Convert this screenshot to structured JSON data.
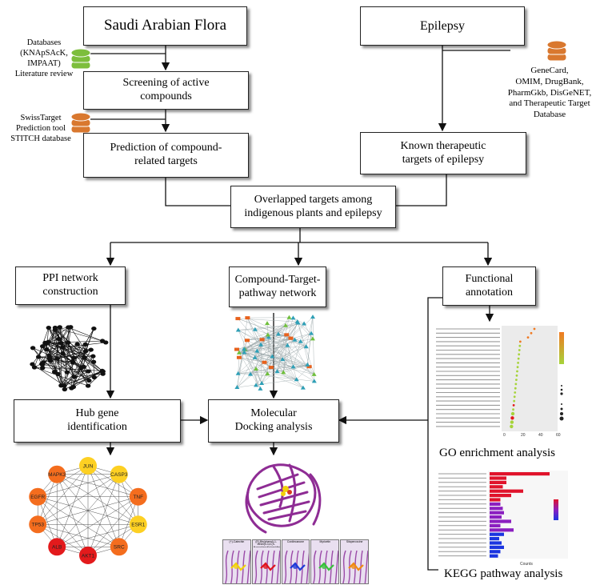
{
  "colors": {
    "db_green": "#7dbe3c",
    "db_orange": "#d9782f",
    "network_node": "#111111",
    "hub_red": "#e31a1c",
    "hub_orange": "#f46d1e",
    "hub_yellow": "#fdd023",
    "molecule_purple": "#8e2c94",
    "go_orange": "#f07a22",
    "go_green": "#a6d33a",
    "kegg_red": "#e0132b",
    "kegg_purple": "#8b1fc0",
    "kegg_blue": "#1b35e0"
  },
  "boxes": {
    "flora": "Saudi Arabian Flora",
    "epilepsy": "Epilepsy",
    "screening_l1": "Screening of active",
    "screening_l2": "compounds",
    "prediction_l1": "Prediction of compound-",
    "prediction_l2": "related targets",
    "known_l1": "Known therapeutic",
    "known_l2": "targets of epilepsy",
    "overlap_l1": "Overlapped targets among",
    "overlap_l2": "indigenous plants and epilepsy",
    "ppi_l1": "PPI network",
    "ppi_l2": "construction",
    "ctp_l1": "Compound-Target-",
    "ctp_l2": "pathway network",
    "functional_l1": "Functional",
    "functional_l2": "annotation",
    "hub_l1": "Hub gene",
    "hub_l2": "identification",
    "docking_l1": "Molecular",
    "docking_l2": "Docking analysis"
  },
  "notes": {
    "databases_1": [
      "Databases",
      "(KNApSAcK,",
      "IMPAAT)",
      "Literature review"
    ],
    "databases_2": [
      "SwissTarget",
      "Prediction tool",
      "STITCH database"
    ],
    "databases_3": [
      "GeneCard,",
      "OMIM, DrugBank,",
      "PharmGkb, DisGeNET,",
      "and Therapeutic Target",
      "Database"
    ]
  },
  "captions": {
    "go": "GO enrichment analysis",
    "kegg": "KEGG pathway analysis"
  },
  "hub_genes": [
    "JUN",
    "CASP3",
    "TNF",
    "ESR1",
    "SRC",
    "AKT1",
    "ALB",
    "TP53",
    "EGFR",
    "MAPK3"
  ],
  "docking_panels": [
    "(+)-Catechin",
    "(E)-Bis(phenyl)-1-ethenyl-3,4-(4-fluorophenyl)piperidine",
    "Cordlecanone",
    "Myricetin",
    "Sitoperoxcine"
  ],
  "go_axis_ticks": [
    "0",
    "20",
    "40",
    "60"
  ],
  "kegg_axis_label": "Counts"
}
